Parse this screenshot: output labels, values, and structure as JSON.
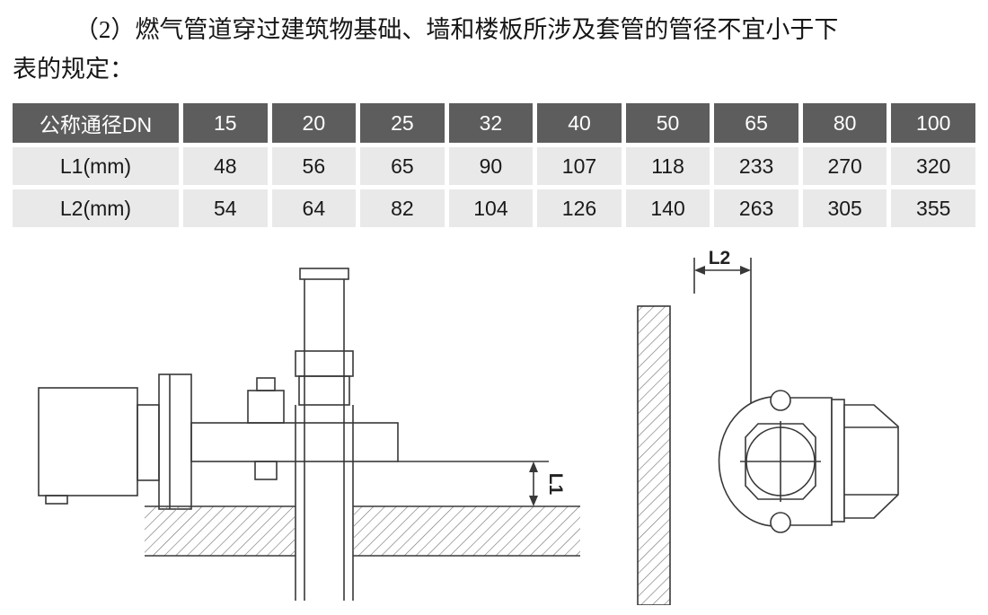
{
  "paragraph": {
    "lines": [
      "（2）燃气管道穿过建筑物基础、墙和楼板所涉及套管的管径不宜小于下",
      "表的规定："
    ]
  },
  "table": {
    "header": [
      "公称通径DN",
      "15",
      "20",
      "25",
      "32",
      "40",
      "50",
      "65",
      "80",
      "100"
    ],
    "rows": [
      [
        "L1(mm)",
        "48",
        "56",
        "65",
        "90",
        "107",
        "118",
        "233",
        "270",
        "320"
      ],
      [
        "L2(mm)",
        "54",
        "64",
        "82",
        "104",
        "126",
        "140",
        "263",
        "305",
        "355"
      ]
    ],
    "colors": {
      "header_bg": "#5d5d5d",
      "header_text": "#ffffff",
      "row_bg": "#e9e9e9",
      "row_text": "#1a1a1a"
    }
  },
  "diagrams": {
    "left": {
      "dimension_label": "L1"
    },
    "right": {
      "dimension_label": "L2"
    }
  }
}
